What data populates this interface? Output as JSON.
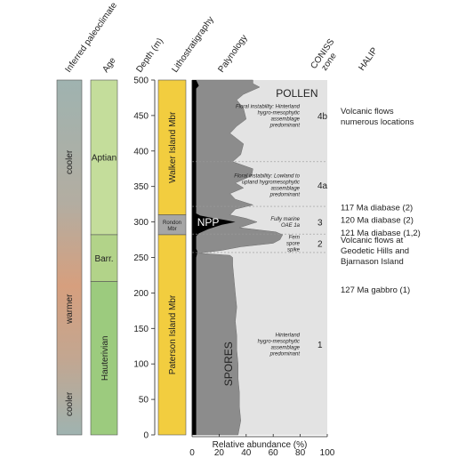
{
  "headers": {
    "paleoclimate": "Inferred paleoclimate",
    "age": "Age",
    "depth": "Depth (m)",
    "litho": "Lithostratigraphy",
    "palynology": "Palynology",
    "coniss": "CONISS",
    "zone": "zone",
    "halip": "HALIP"
  },
  "paleoclimate": {
    "labels": [
      "cooler",
      "warmer",
      "cooler"
    ],
    "colors": {
      "cool": "#9fb3b0",
      "warm": "#d69f7e"
    }
  },
  "ages": [
    {
      "name": "Aptian",
      "top": 500,
      "bottom": 282,
      "color": "#c4dd9b"
    },
    {
      "name": "Barr.",
      "top": 282,
      "bottom": 216,
      "color": "#b2d389"
    },
    {
      "name": "Hauterivian",
      "top": 216,
      "bottom": 0,
      "color": "#9ccb7e"
    }
  ],
  "depth_axis": {
    "min": 0,
    "max": 500,
    "ticks": [
      "0",
      "50",
      "100",
      "150",
      "200",
      "250",
      "300",
      "350",
      "400",
      "450",
      "500"
    ]
  },
  "lithostratigraphy": [
    {
      "name": "Walker Island Mbr",
      "top": 500,
      "bottom": 310,
      "color": "#f2cd3f"
    },
    {
      "name": "Rondon Mbr",
      "top": 310,
      "bottom": 282,
      "color": "#a6a6a6"
    },
    {
      "name": "Paterson Island Mbr",
      "top": 282,
      "bottom": 0,
      "color": "#f2cd3f"
    }
  ],
  "chart_data": {
    "type": "area",
    "xlabel": "Relative abundance (%)",
    "ylabel": "Depth (m)",
    "xlim": [
      0,
      100
    ],
    "ylim": [
      0,
      500
    ],
    "x_ticks": [
      "0",
      "20",
      "40",
      "60",
      "80",
      "100"
    ],
    "series": [
      {
        "name": "SPORES",
        "color": "#8c8c8c"
      },
      {
        "name": "NPP",
        "color": "#000000"
      },
      {
        "name": "POLLEN",
        "color": "#e3e3e3"
      }
    ],
    "spores_boundary": [
      [
        0,
        34
      ],
      [
        20,
        36
      ],
      [
        40,
        35
      ],
      [
        60,
        35
      ],
      [
        80,
        34
      ],
      [
        100,
        34
      ],
      [
        120,
        33
      ],
      [
        140,
        33
      ],
      [
        160,
        32
      ],
      [
        180,
        33
      ],
      [
        200,
        32
      ],
      [
        220,
        31
      ],
      [
        240,
        30
      ],
      [
        250,
        30
      ],
      [
        253,
        28
      ],
      [
        256,
        5
      ],
      [
        260,
        22
      ],
      [
        265,
        36
      ],
      [
        270,
        60
      ],
      [
        275,
        65
      ],
      [
        282,
        67
      ],
      [
        286,
        62
      ],
      [
        292,
        35
      ],
      [
        300,
        48
      ],
      [
        305,
        40
      ],
      [
        310,
        28
      ],
      [
        318,
        32
      ],
      [
        324,
        45
      ],
      [
        332,
        32
      ],
      [
        340,
        28
      ],
      [
        348,
        38
      ],
      [
        355,
        32
      ],
      [
        365,
        44
      ],
      [
        375,
        45
      ],
      [
        385,
        30
      ],
      [
        395,
        36
      ],
      [
        410,
        38
      ],
      [
        425,
        28
      ],
      [
        435,
        33
      ],
      [
        445,
        40
      ],
      [
        460,
        38
      ],
      [
        472,
        33
      ],
      [
        480,
        38
      ],
      [
        490,
        50
      ],
      [
        495,
        45
      ],
      [
        500,
        45
      ]
    ],
    "npp_boundary": [
      [
        0,
        3
      ],
      [
        50,
        3
      ],
      [
        100,
        3
      ],
      [
        150,
        3
      ],
      [
        200,
        3
      ],
      [
        250,
        3
      ],
      [
        258,
        4
      ],
      [
        262,
        3
      ],
      [
        280,
        3
      ],
      [
        284,
        5
      ],
      [
        290,
        12
      ],
      [
        296,
        22
      ],
      [
        300,
        32
      ],
      [
        303,
        24
      ],
      [
        306,
        14
      ],
      [
        309,
        6
      ],
      [
        312,
        3
      ],
      [
        350,
        3
      ],
      [
        400,
        3
      ],
      [
        450,
        3
      ],
      [
        488,
        3
      ],
      [
        492,
        5
      ],
      [
        496,
        4
      ],
      [
        500,
        3
      ]
    ],
    "labels": [
      {
        "text": "POLLEN",
        "x": 62,
        "y": 476
      },
      {
        "text": "NPP",
        "x": 13,
        "y": 301
      },
      {
        "text": "SPORES",
        "x": 27,
        "y": 100
      }
    ]
  },
  "zones": [
    {
      "label": "4b",
      "depth": 450,
      "note": [
        "Floral instability: Hinterland",
        "hygro-mesophytic",
        "assemblage",
        "predominant"
      ]
    },
    {
      "label": "4a",
      "depth": 352,
      "note": [
        "Floral instability: Lowland to",
        "upland hygromesophytic",
        "assemblage",
        "predominant"
      ]
    },
    {
      "label": "3",
      "depth": 300,
      "note": [
        "Fully marine",
        "OAE 1a"
      ]
    },
    {
      "label": "2",
      "depth": 270,
      "note": [
        "Fern",
        "spore",
        "spike"
      ]
    },
    {
      "label": "1",
      "depth": 128,
      "note": [
        "Hinterland",
        "hygro-mesophytic",
        "assemblage",
        "predominant"
      ]
    }
  ],
  "zone_boundaries": [
    385,
    322,
    283,
    257
  ],
  "halip": [
    {
      "lines": [
        "Volcanic flows",
        "numerous locations"
      ],
      "depth": 449
    },
    {
      "lines": [
        "117 Ma diabase (2)"
      ],
      "depth": 321
    },
    {
      "lines": [
        "120 Ma diabase (2)"
      ],
      "depth": 303
    },
    {
      "lines": [
        "121 Ma diabase (1,2)"
      ],
      "depth": 285
    },
    {
      "lines": [
        "Volcanic flows at",
        "Geodetic Hills and",
        "Bjarnason Island"
      ],
      "depth": 260
    },
    {
      "lines": [
        "127 Ma gabbro (1)"
      ],
      "depth": 205
    }
  ]
}
